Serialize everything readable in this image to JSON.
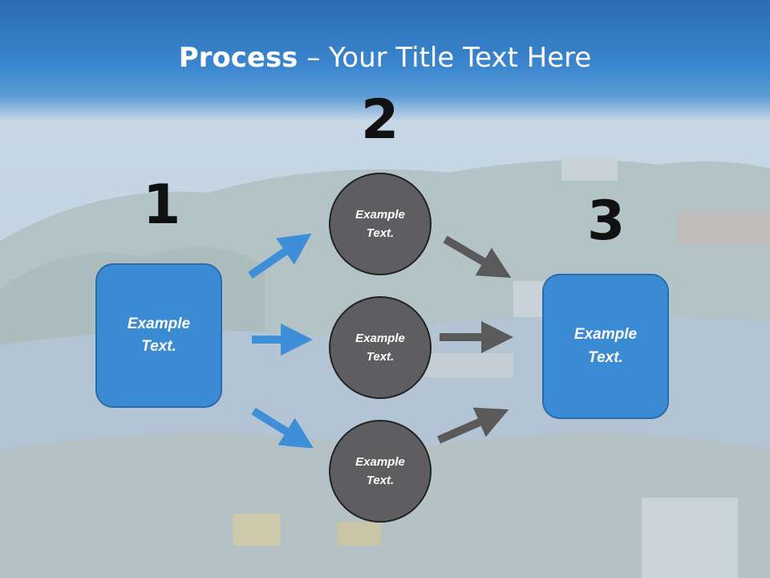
{
  "slide": {
    "title_bold": "Process",
    "title_rest": " – Your Title Text Here"
  },
  "steps": {
    "one": {
      "number": "1",
      "text_line1": "Example",
      "text_line2": "Text."
    },
    "two": {
      "number": "2"
    },
    "three": {
      "number": "3",
      "text_line1": "Example",
      "text_line2": "Text."
    }
  },
  "circles": [
    {
      "text_line1": "Example",
      "text_line2": "Text."
    },
    {
      "text_line1": "Example",
      "text_line2": "Text."
    },
    {
      "text_line1": "Example",
      "text_line2": "Text."
    }
  ],
  "colors": {
    "accent_blue": "#3b8bd4",
    "circle_gray": "#5e5e60",
    "arrow_blue": "#3f8fd8",
    "arrow_gray": "#5a5a5a"
  }
}
